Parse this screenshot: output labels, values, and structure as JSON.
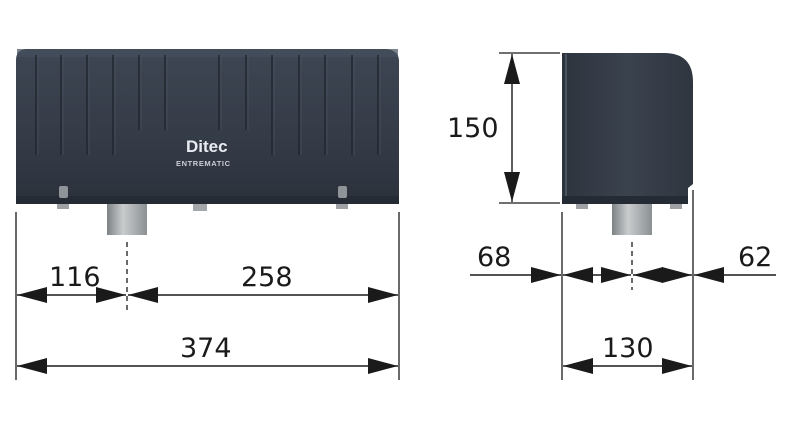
{
  "logo": {
    "brand": "Ditec",
    "sub": "ENTREMATIC"
  },
  "dimensions": {
    "left_offset": "116",
    "right_span": "258",
    "total_length": "374",
    "height": "150",
    "side_left": "68",
    "side_right": "62",
    "side_total": "130"
  },
  "colors": {
    "housing": "#363e4a",
    "housing_dark": "#252b34",
    "shaft": "#a7abad",
    "line": "#1a1a1a"
  }
}
